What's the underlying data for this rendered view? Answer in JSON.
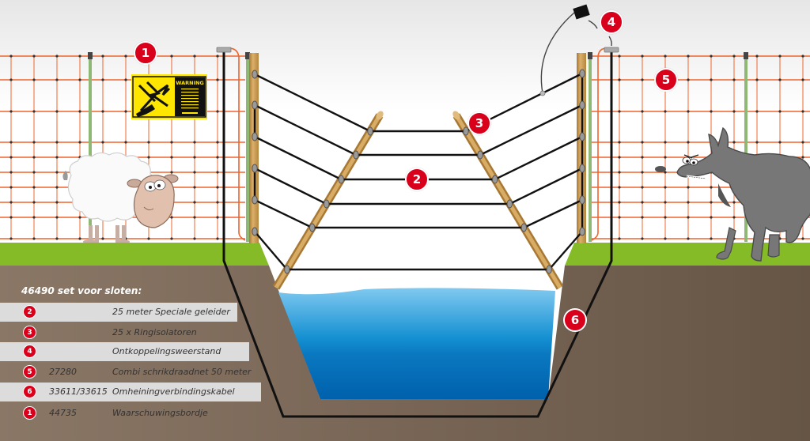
{
  "diagram": {
    "subject": "Electric fence set for ditches",
    "colors": {
      "accent_red": "#d9001b",
      "net_orange": "#f0642d",
      "grass": "#86bb28",
      "soil": "#7a6858",
      "water_light": "#7cc6ee",
      "water_dark": "#0064b0",
      "wood": "#c9994f",
      "row_shade": "#dcdcdc"
    },
    "warning_sign": {
      "title": "WARNING"
    },
    "callouts": [
      {
        "id": "callout-1",
        "number": "1",
        "target": "warning sign"
      },
      {
        "id": "callout-2",
        "number": "2",
        "target": "special conductor wires"
      },
      {
        "id": "callout-3",
        "number": "3",
        "target": "ring insulators"
      },
      {
        "id": "callout-4",
        "number": "4",
        "target": "decoupling resistor"
      },
      {
        "id": "callout-5",
        "number": "5",
        "target": "combi electric netting"
      },
      {
        "id": "callout-6",
        "number": "6",
        "target": "fence connection cable"
      }
    ]
  },
  "legend": {
    "title": "46490  set voor sloten:",
    "items": [
      {
        "number": "2",
        "code": "",
        "description": "25 meter Speciale geleider",
        "shaded": true
      },
      {
        "number": "3",
        "code": "",
        "description": "25 x Ringisolatoren",
        "shaded": false
      },
      {
        "number": "4",
        "code": "",
        "description": "Ontkoppelingsweerstand",
        "shaded": true
      },
      {
        "number": "5",
        "code": "27280",
        "description": "Combi schrikdraadnet 50 meter",
        "shaded": false
      },
      {
        "number": "6",
        "code": "33611/33615",
        "description": "Omheiningverbindingskabel",
        "shaded": true
      },
      {
        "number": "1",
        "code": "44735",
        "description": "Waarschuwingsbordje",
        "shaded": false
      }
    ]
  }
}
